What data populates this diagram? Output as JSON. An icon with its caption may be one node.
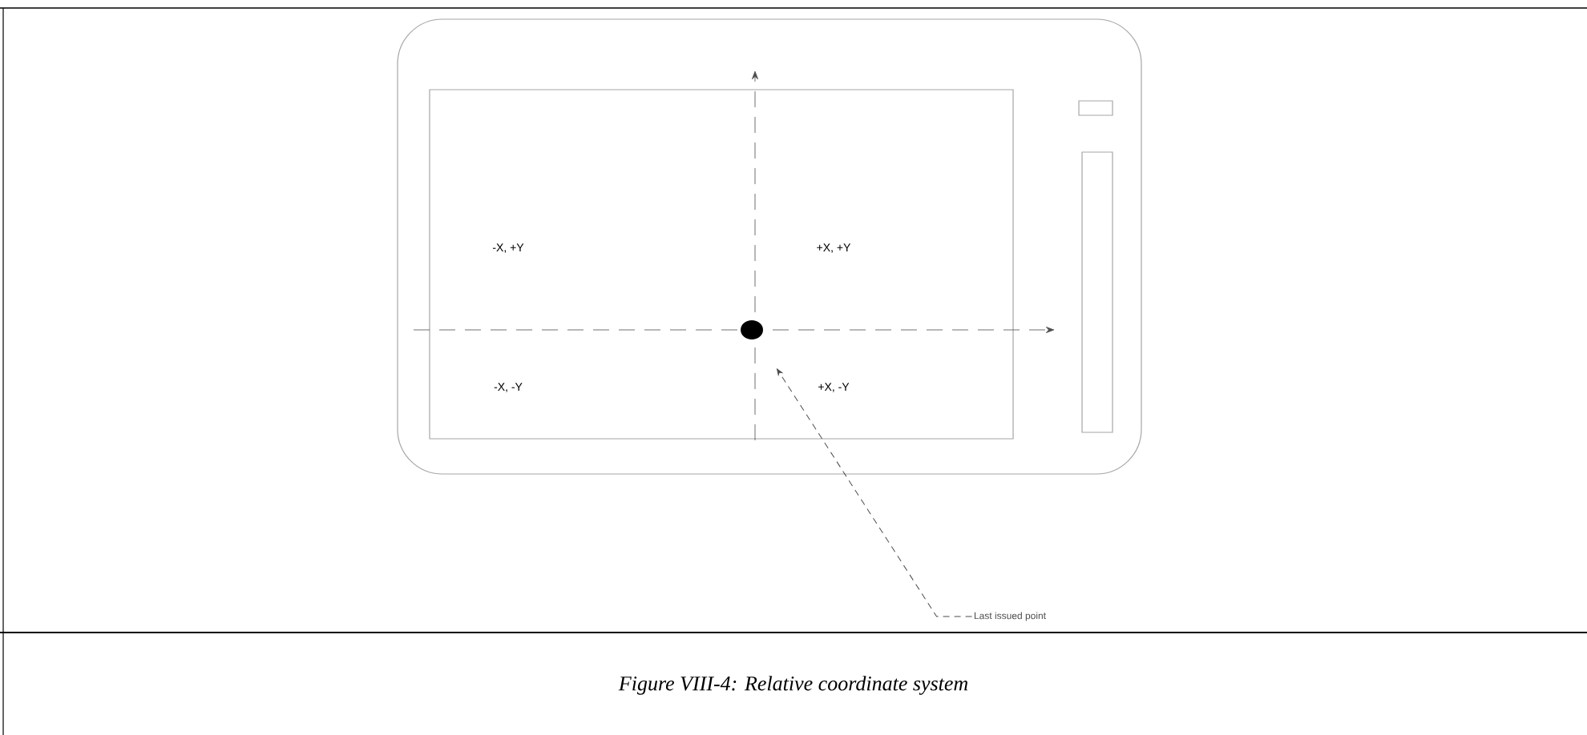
{
  "diagram": {
    "caption": "Figure VIII-4: Relative coordinate system",
    "nodes": [
      {
        "text": [],
        "shape": "circle"
      },
      {
        "text": [
          "Last issued point"
        ]
      }
    ],
    "edges": [
      {
        "from": 1,
        "to": 0,
        "arrow": "to",
        "style": "dashed"
      }
    ],
    "labels": [
      "-X, +Y",
      "+X, +Y",
      "-X, -Y",
      "+X, -Y"
    ]
  }
}
